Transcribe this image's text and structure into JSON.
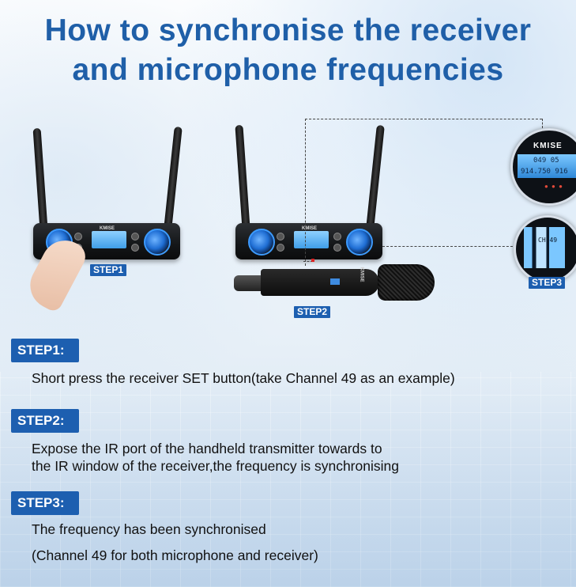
{
  "title": {
    "line1": "How to synchronise the receiver",
    "line2": "and microphone frequencies"
  },
  "device": {
    "brand": "KMISE",
    "zoom_channel": "049",
    "zoom_channel2": "05",
    "zoom_frequency": "914.750",
    "zoom_frequency2": "916",
    "zoom2_text": "CH 49",
    "mic_label": "KMISE"
  },
  "tags": {
    "step1": "STEP1",
    "step2": "STEP2",
    "step3": "STEP3"
  },
  "steps": [
    {
      "label": "STEP1:",
      "lines": [
        "Short press the receiver SET button(take Channel 49 as an example)"
      ]
    },
    {
      "label": "STEP2:",
      "lines": [
        "Expose the IR port of the handheld transmitter towards to",
        "the IR window of the receiver,the frequency  is synchronising"
      ]
    },
    {
      "label": "STEP3:",
      "lines": [
        "The frequency has been synchronised",
        "(Channel 49 for both microphone and receiver)"
      ]
    }
  ],
  "colors": {
    "title": "#1f5fa8",
    "step_badge": "#1d5fb0",
    "knob_accent": "#3d9bff"
  }
}
